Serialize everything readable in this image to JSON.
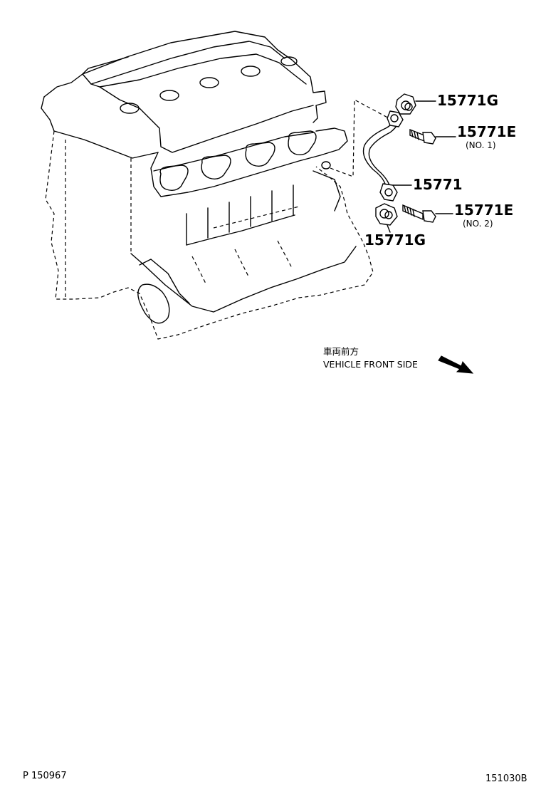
{
  "parts": {
    "gasket_top": {
      "label": "15771G"
    },
    "bolt_no1": {
      "label": "15771E",
      "sub": "(NO. 1)"
    },
    "hose": {
      "label": "15771"
    },
    "bolt_no2": {
      "label": "15771E",
      "sub": "(NO. 2)"
    },
    "gasket_bottom": {
      "label": "15771G"
    }
  },
  "direction": {
    "jp": "車両前方",
    "en": "VEHICLE FRONT SIDE"
  },
  "footer": {
    "left": "P 150967",
    "right": "151030B"
  }
}
